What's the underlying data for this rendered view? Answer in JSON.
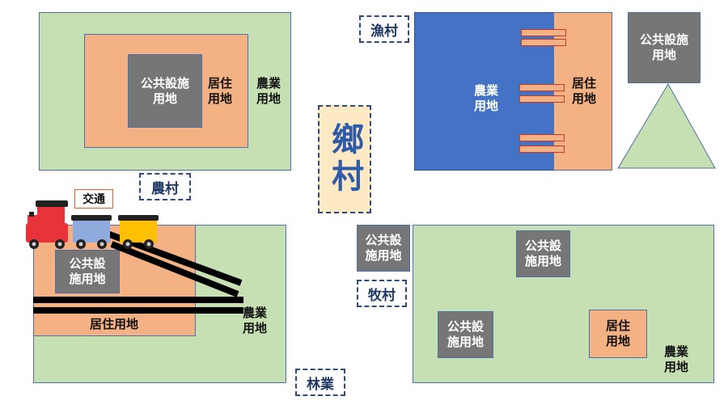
{
  "title": "鄉村",
  "nouson": {
    "name": "農村",
    "public": "公共設施\n用地",
    "residential": "居住\n用地",
    "farm": "農業\n用地"
  },
  "gyoson": {
    "name": "漁村",
    "farm": "農業\n用地",
    "residential": "居住\n用地",
    "public": "公共設施\n用地"
  },
  "rinson": {
    "name": "林業",
    "transport": "交通",
    "public": "公共設\n施用地",
    "residential": "居住用地",
    "farm": "農業\n用地"
  },
  "bokuson": {
    "name": "牧村",
    "public_edge": "公共設\n施用地",
    "public_top": "公共設\n施用地",
    "public_left": "公共設\n施用地",
    "residential": "居住\n用地",
    "farm": "農業\n用地"
  },
  "colors": {
    "farm": "#c6e0b4",
    "residential": "#f4b183",
    "public": "#767676",
    "sea": "#4472c4",
    "tag_border": "#2f4a7a"
  }
}
